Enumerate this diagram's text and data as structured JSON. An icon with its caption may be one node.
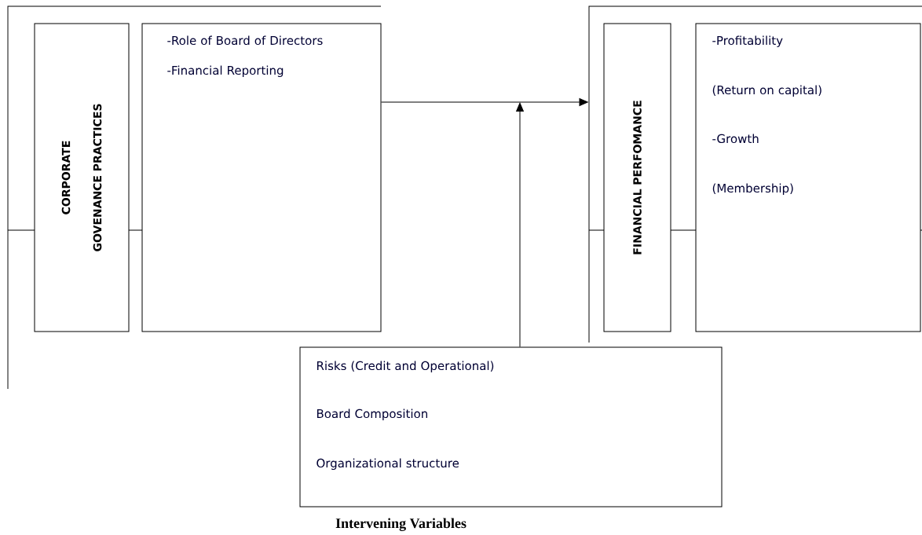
{
  "diagram": {
    "nodes": [
      {
        "text": [
          "CORPORATE GOVENANCE PRACTICES"
        ]
      },
      {
        "text": [
          "-Role of Board of Directors",
          "-Financial Reporting"
        ]
      },
      {
        "text": [
          "FINANCIAL PERFOMANCE"
        ]
      },
      {
        "text": [
          "-Profitability",
          "(Return on capital)",
          "-Growth",
          "(Membership)"
        ]
      },
      {
        "text": [
          "Risks (Credit and Operational)",
          "Board Composition",
          "Organizational structure"
        ],
        "beside": [
          "Intervening Variables"
        ]
      }
    ],
    "edges": [
      {
        "from": 1,
        "to": 2,
        "arrow": "to"
      },
      {
        "from": 4,
        "to": null,
        "arrow": "to"
      }
    ]
  }
}
